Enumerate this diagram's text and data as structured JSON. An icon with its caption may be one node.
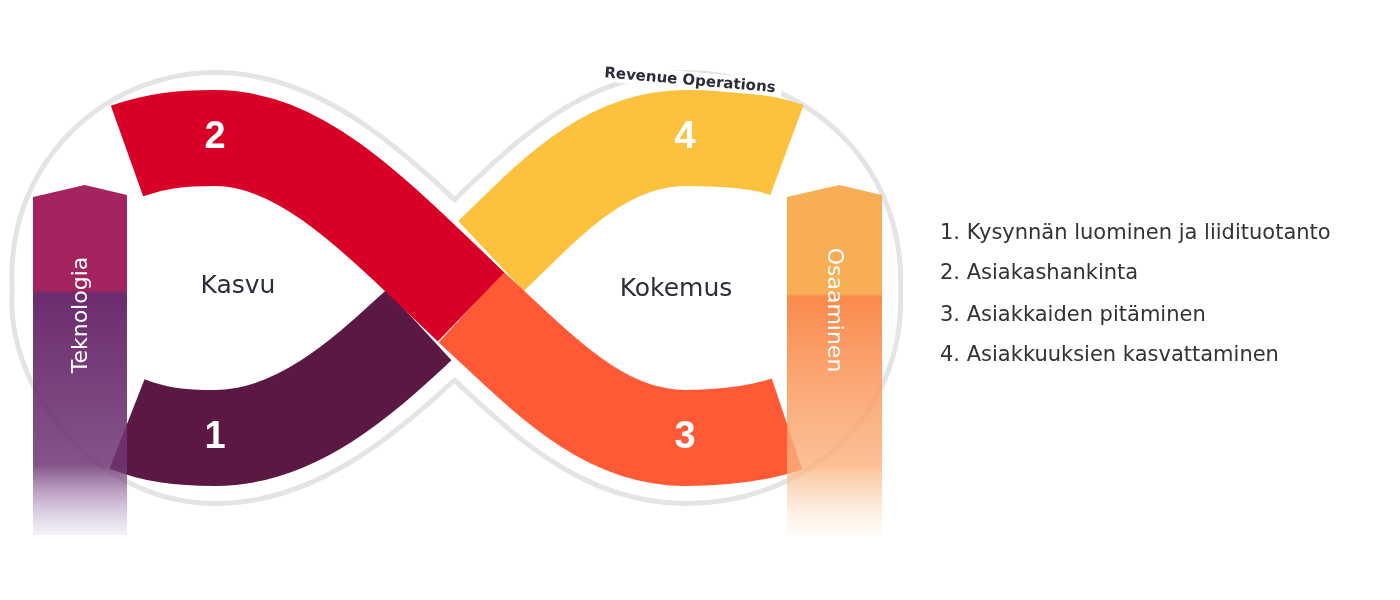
{
  "diagram": {
    "nodes": [
      {
        "text": [
          "2"
        ]
      },
      {
        "text": [
          "1"
        ]
      },
      {
        "text": [
          "3"
        ]
      },
      {
        "text": [
          "4"
        ]
      },
      {
        "text": [
          "Teknologia"
        ]
      },
      {
        "text": [
          "Osaaminen"
        ]
      }
    ],
    "labels": [
      "Revenue Operations",
      "Kasvu",
      "Kokemus",
      "1. Kysynnän luominen ja liidituotanto",
      "2. Asiakashankinta",
      "3. Asiakkaiden pitäminen",
      "4. Asiakkuuksien kasvattaminen"
    ]
  }
}
